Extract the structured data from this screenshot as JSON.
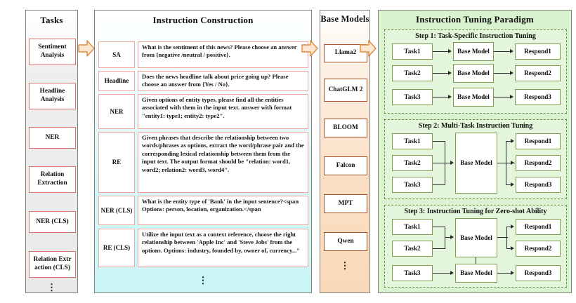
{
  "columns": {
    "tasks": {
      "title": "Tasks",
      "items": [
        {
          "label": "Sentiment Analysis"
        },
        {
          "label": "Headline Analysis"
        },
        {
          "label": "NER"
        },
        {
          "label": "Relation Extraction"
        },
        {
          "label": "NER (CLS)"
        },
        {
          "label": "Relation Extr action (CLS)"
        }
      ],
      "ellipsis": "⋮"
    },
    "instruction_construction": {
      "title": "Instruction Construction",
      "rows": [
        {
          "tag": "SA",
          "text": "What is the sentiment of this news? Please choose an answer from {negative /neutral / positive}."
        },
        {
          "tag": "Headline",
          "text": "Does the news headline talk about price going up? Please choose an answer from {Yes / No}."
        },
        {
          "tag": "NER",
          "text": "Given options of entity types, please find all the entities associated with them in the input text. answer with format \"entity1: type1; entity2: type2\"."
        },
        {
          "tag": "RE",
          "text": "Given phrases that describe the relationship between two words/phrases as options, extract the word/phrase pair and the corresponding lexical relationship between them from the input text. The output format should be \"relation: word1, word2; relation2: word3, word4\"."
        },
        {
          "tag": "NER (CLS)",
          "text": "What is the entity type of 'Bank' in the input sentence?<span Options: person, location, organization.</span"
        },
        {
          "tag": "RE (CLS)",
          "text": "Utilize the input text as a context reference, choose the right relationship between 'Apple Inc' and 'Steve Jobs' from the options. Options: industry, founded by, owner of, currency...\""
        }
      ],
      "ellipsis": "⋮"
    },
    "base_models": {
      "title": "Base Models",
      "items": [
        {
          "label": "Llama2"
        },
        {
          "label": "ChatGLM 2"
        },
        {
          "label": "BLOOM"
        },
        {
          "label": "Falcon"
        },
        {
          "label": "MPT"
        },
        {
          "label": "Qwen"
        }
      ],
      "ellipsis": "⋮"
    },
    "tuning_paradigm": {
      "title": "Instruction Tuning Paradigm",
      "steps": [
        {
          "title": "Step 1: Task-Specific Instruction Tuning",
          "rows": [
            {
              "task": "Task1",
              "model": "Base Model",
              "respond": "Respond1"
            },
            {
              "task": "Task2",
              "model": "Base Model",
              "respond": "Respond2"
            },
            {
              "task": "Task3",
              "model": "Base Model",
              "respond": "Respond3"
            }
          ]
        },
        {
          "title": "Step 2: Multi-Task Instruction Tuning",
          "tasks": [
            "Task1",
            "Task2",
            "Task3"
          ],
          "model": "Base Model",
          "responds": [
            "Respond1",
            "Respond2",
            "Respond3"
          ]
        },
        {
          "title": "Step 3: Instruction Tuning for Zero-shot Ability",
          "tasks_top": [
            "Task1",
            "Task2"
          ],
          "model_top": "Base Model",
          "responds_top": [
            "Respond1",
            "Respond2"
          ],
          "task_bottom": "Task3",
          "model_bottom": "Base Model",
          "respond_bottom": "Respond3"
        }
      ]
    }
  },
  "flow_arrows": [
    {
      "name": "tasks-to-instruction"
    },
    {
      "name": "instruction-to-base-models"
    },
    {
      "name": "base-models-to-tuning"
    }
  ],
  "colors": {
    "panel_border": "#7f7f7f",
    "task_box_border": "#e0736b",
    "instruction_box_border": "#f0a39d",
    "model_box_border": "#a8532a",
    "tuning_panel_bg": "#d9f2d0",
    "tuning_box_border": "#7d9b4e",
    "step_dash_border": "#6b8f3e",
    "big_arrow_fill": "#fde6d2",
    "big_arrow_stroke": "#e08a3c"
  }
}
